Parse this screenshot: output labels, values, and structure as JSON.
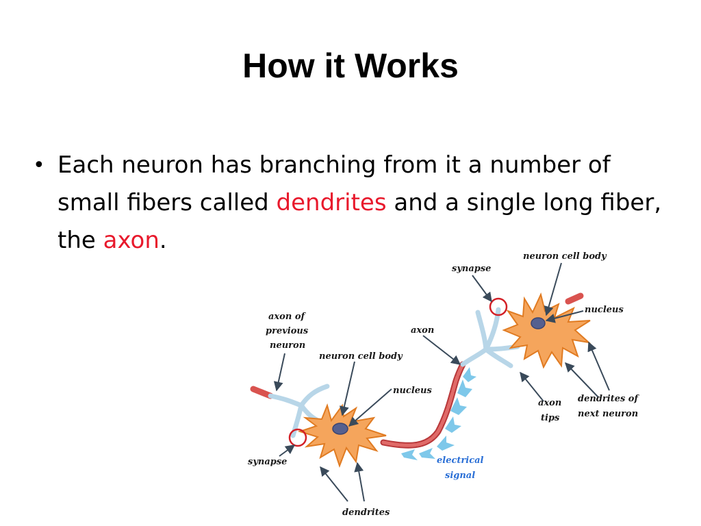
{
  "slide": {
    "title": "How it Works",
    "bullet": {
      "symbol": "•",
      "part1": "Each neuron has branching from it a number of small fibers called ",
      "dendrites_word": "dendrites",
      "part2": " and a single long fiber, the ",
      "axon_word": "axon",
      "part3": "."
    },
    "highlight_color": "#e8192c"
  },
  "diagram": {
    "labels": {
      "synapse_top": "synapse",
      "neuron_cell_body_top": "neuron cell body",
      "nucleus_top": "nucleus",
      "axon": "axon",
      "axon_of_prev_1": "axon of",
      "axon_of_prev_2": "previous",
      "axon_of_prev_3": "neuron",
      "neuron_cell_body_left": "neuron cell body",
      "nucleus_left": "nucleus",
      "synapse_left": "synapse",
      "dendrites": "dendrites",
      "electrical_signal_1": "electrical",
      "electrical_signal_2": "signal",
      "axon_tips_1": "axon",
      "axon_tips_2": "tips",
      "dendrites_next_1": "dendrites of",
      "dendrites_next_2": "next neuron"
    },
    "colors": {
      "cell_body": "#f5a55c",
      "cell_outline": "#e07b22",
      "nucleus": "#56608f",
      "axon": "#d9534f",
      "terminal": "#b8d6e8",
      "synapse_circle": "#d32027",
      "signal": "#7ec8ea"
    }
  }
}
